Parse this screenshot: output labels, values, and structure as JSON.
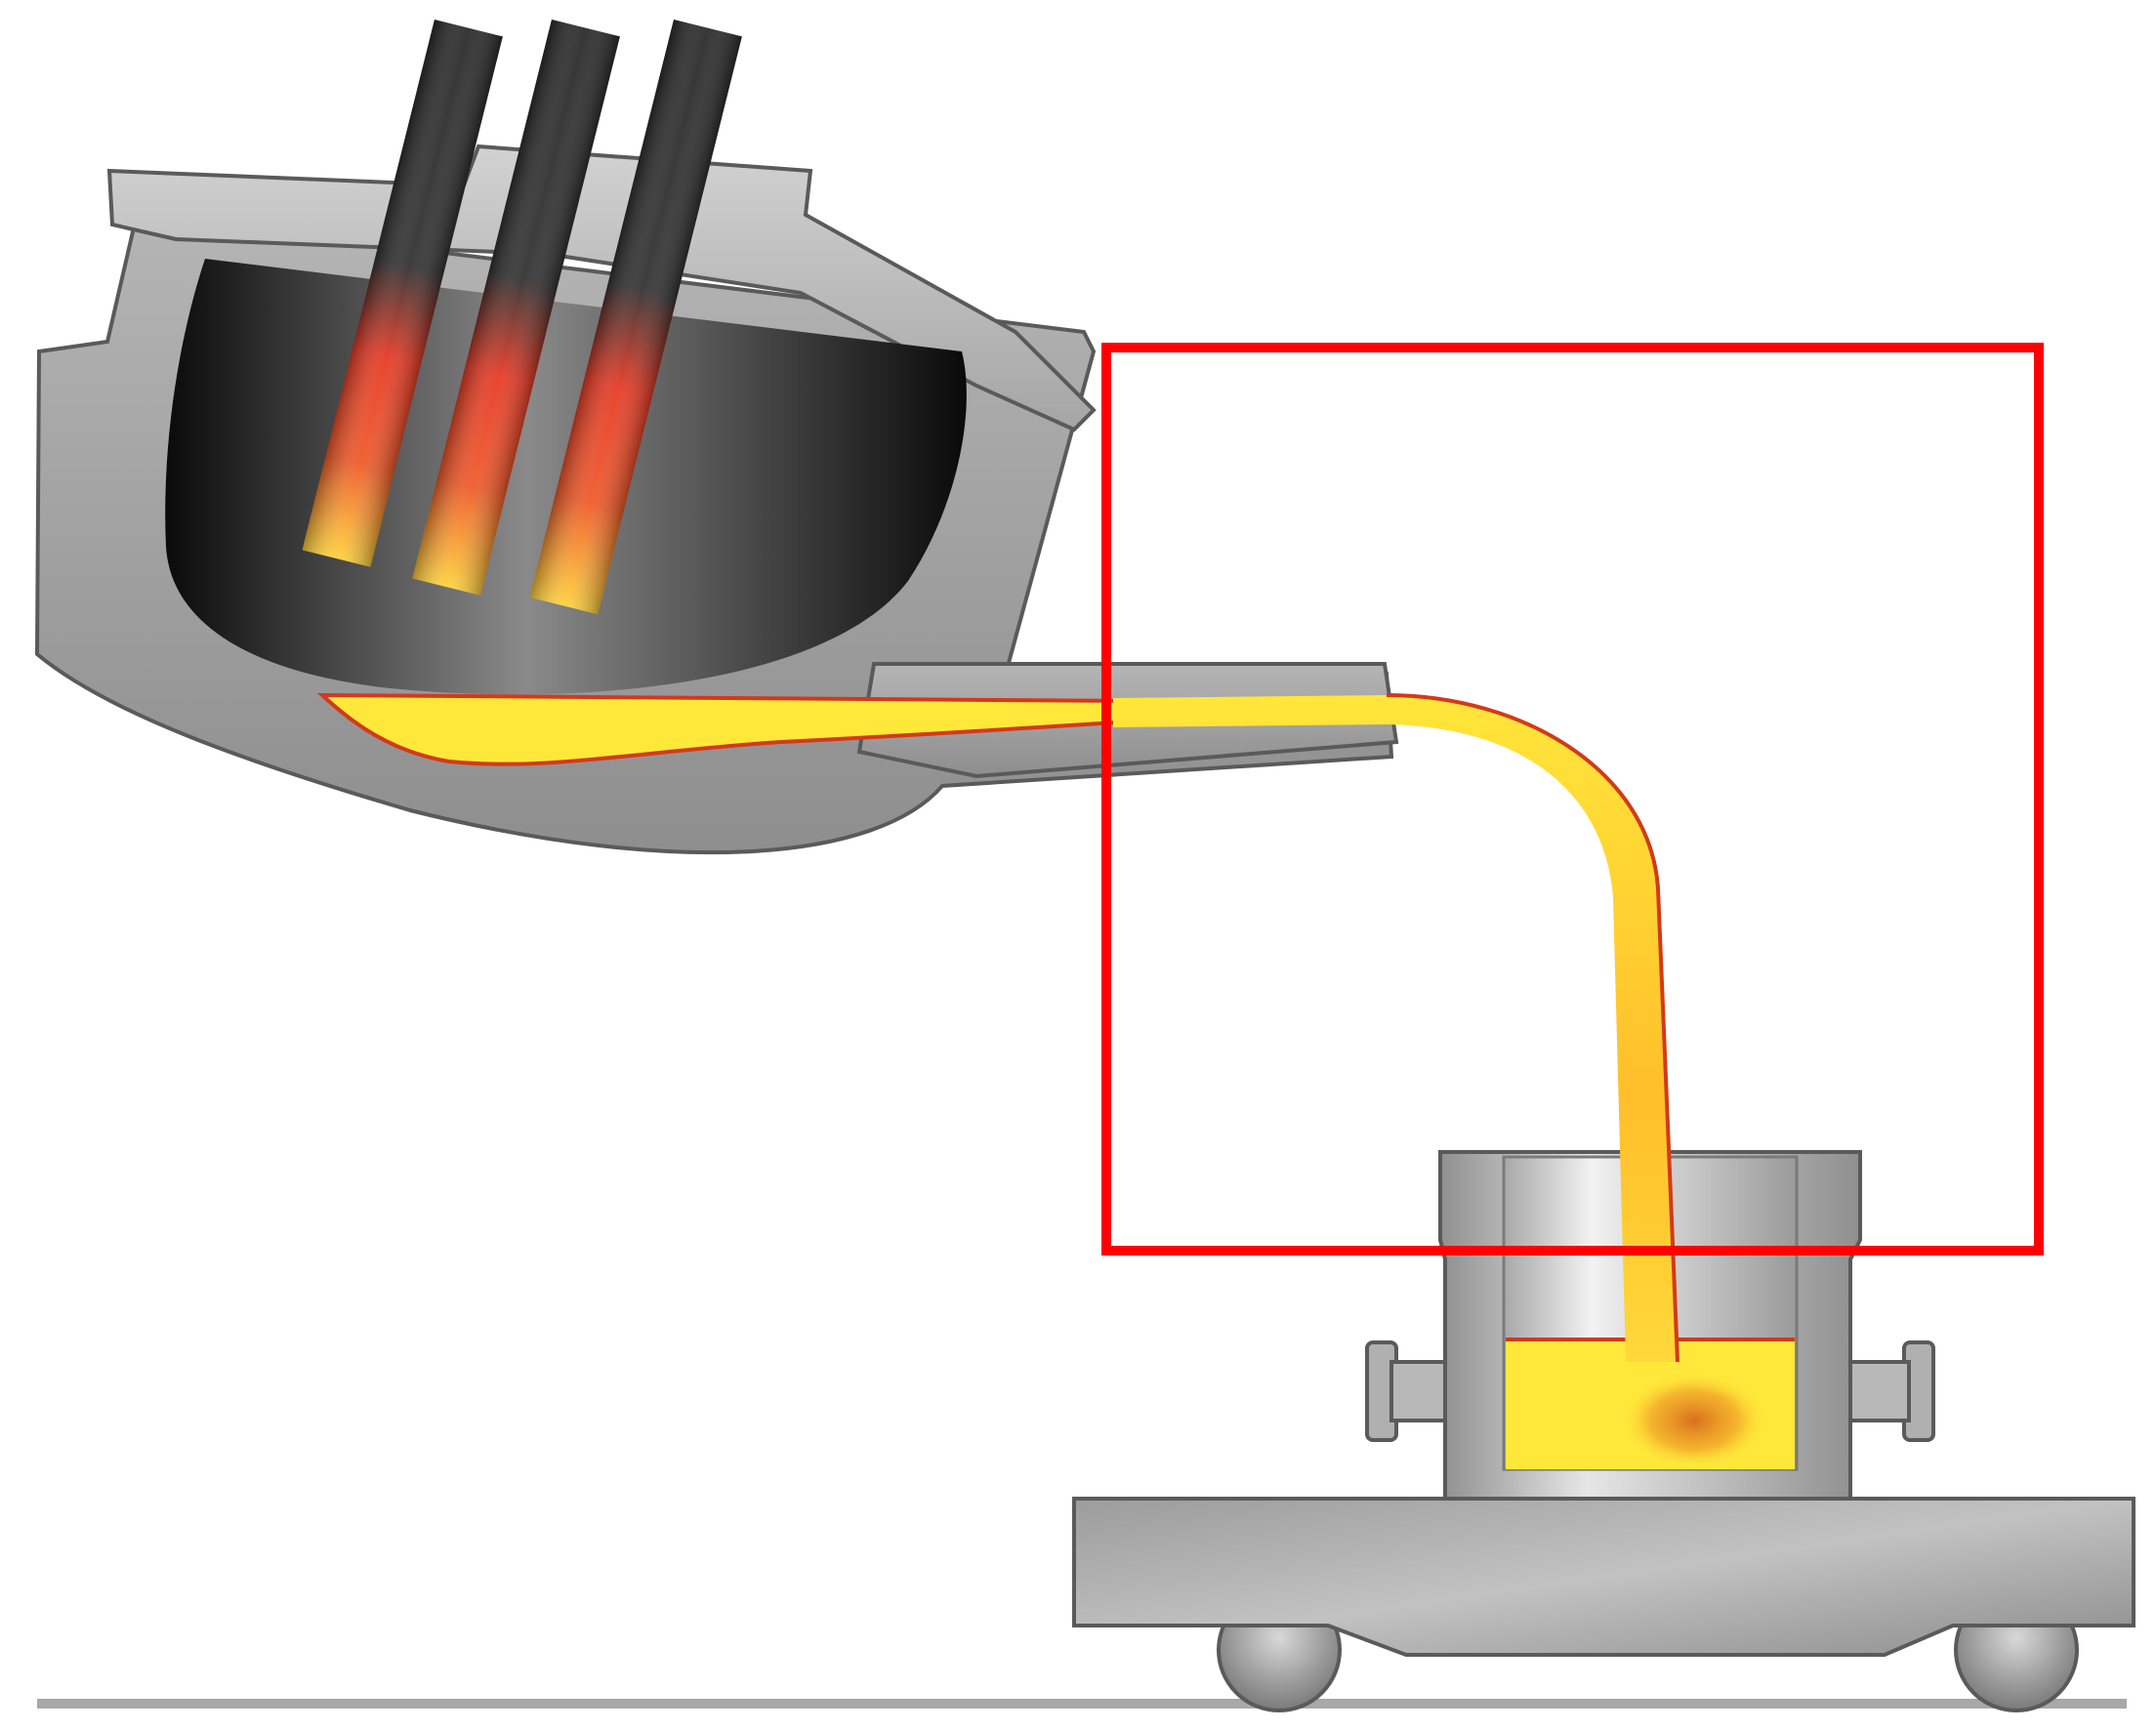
{
  "diagram": {
    "colors": {
      "background": "#ffffff",
      "steel_light": "#c4c4c4",
      "steel_mid": "#9a9a9a",
      "steel_dark": "#6a6a6a",
      "electrode": "#2a2a2a",
      "electrode_hot": "#e63a26",
      "electrode_tip": "#ffd23c",
      "furnace_interior": "#151515",
      "molten_metal": "#ffe83a",
      "molten_edge": "#d23a1a",
      "pour_stream": "#ffc42a",
      "highlight_box": "#ff0000",
      "floor_line": "#a8a8a8"
    },
    "components": [
      {
        "id": "electric-arc-furnace",
        "icon": "tilted-furnace-icon"
      },
      {
        "id": "graphite-electrodes",
        "count": 3,
        "icon": "electrode-icon"
      },
      {
        "id": "pouring-spout",
        "icon": "spout-icon"
      },
      {
        "id": "molten-steel-stream",
        "icon": "pour-stream-icon"
      },
      {
        "id": "ladle",
        "icon": "ladle-icon"
      },
      {
        "id": "transfer-car",
        "wheels": 2,
        "icon": "rail-car-icon"
      },
      {
        "id": "highlight-box",
        "icon": "red-frame-icon"
      },
      {
        "id": "floor-rail",
        "icon": "rail-line-icon"
      }
    ]
  }
}
